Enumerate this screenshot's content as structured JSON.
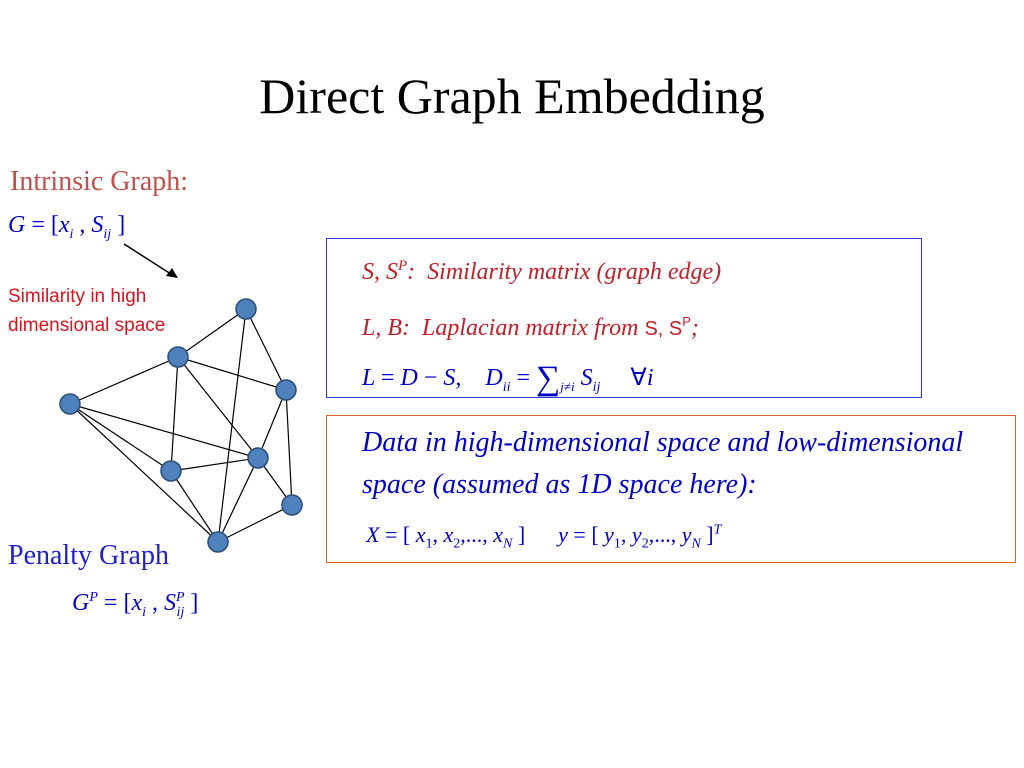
{
  "slide": {
    "title": "Direct Graph Embedding"
  },
  "intrinsic": {
    "label": "Intrinsic Graph:",
    "formula": "G = [x_i, S_ij]"
  },
  "similarity_note": {
    "line1": "Similarity in high",
    "line2": "dimensional space"
  },
  "penalty": {
    "label": "Penalty Graph",
    "formula": "G^P = [x_i, S_ij^P]"
  },
  "definitions": {
    "similarity": {
      "symbols": "S, S",
      "symbols_sup": "P",
      "colon": ":",
      "text": "Similarity matrix (graph edge)"
    },
    "laplacian": {
      "symbols": "L, B:",
      "text": "Laplacian matrix from",
      "ref": "S, S",
      "ref_sup": "P",
      "ref_end": ";"
    },
    "equation": "L = D − S,   D_ii = Σ_{j≠i} S_ij   ∀i"
  },
  "data_box": {
    "text": "Data in high-dimensional space and low-dimensional space (assumed as 1D space here):",
    "x_formula": "X = [x_1, x_2, ..., x_N]",
    "y_formula": "y = [y_1, y_2, ..., y_N]^T"
  },
  "colors": {
    "intrinsic_label": "#c0504d",
    "formula_blue": "#0000c8",
    "note_red": "#d8141e",
    "node_fill": "#4f81bd",
    "node_stroke": "#2c4d75",
    "box_blue": "#2b3fd1",
    "box_red": "#e0602a"
  }
}
